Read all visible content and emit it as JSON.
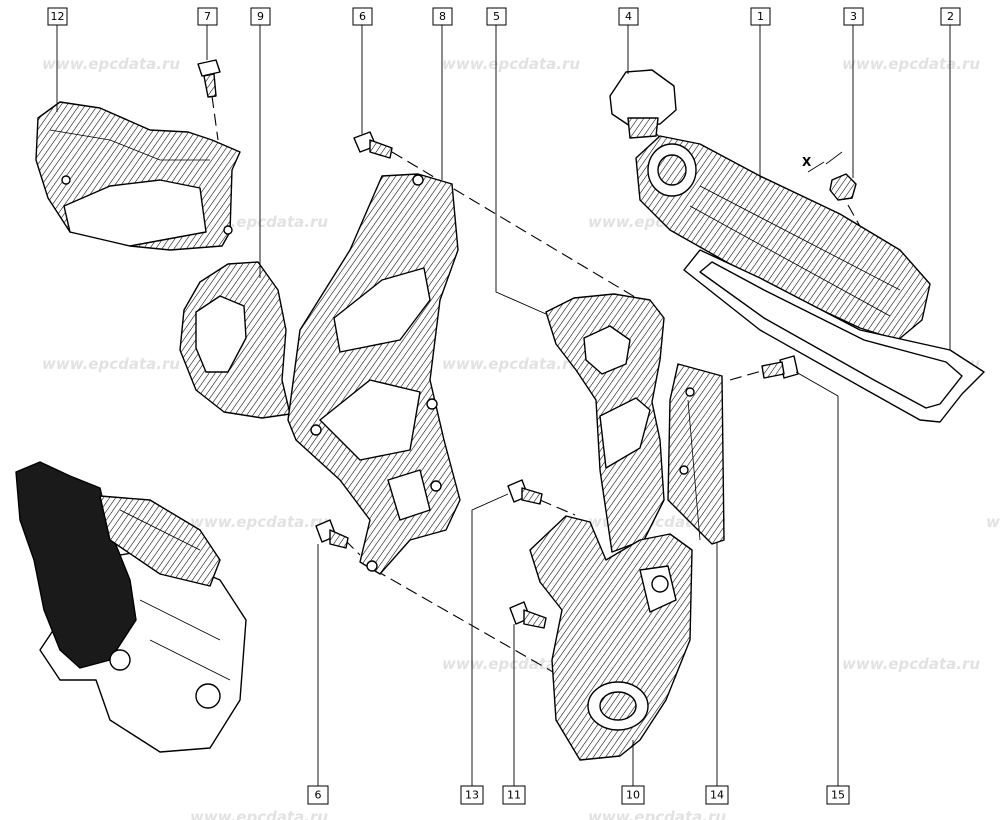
{
  "watermark": "www.epcdata.ru",
  "symbol_x": "X",
  "callouts": {
    "c1": "1",
    "c2": "2",
    "c3": "3",
    "c4": "4",
    "c5": "5",
    "c6_top": "6",
    "c6_bottom": "6",
    "c7": "7",
    "c8": "8",
    "c9": "9",
    "c10": "10",
    "c11": "11",
    "c12": "12",
    "c13": "13",
    "c14": "14",
    "c15": "15"
  },
  "colors": {
    "line": "#000000",
    "watermark": "#e2e2e2",
    "background": "#ffffff"
  }
}
